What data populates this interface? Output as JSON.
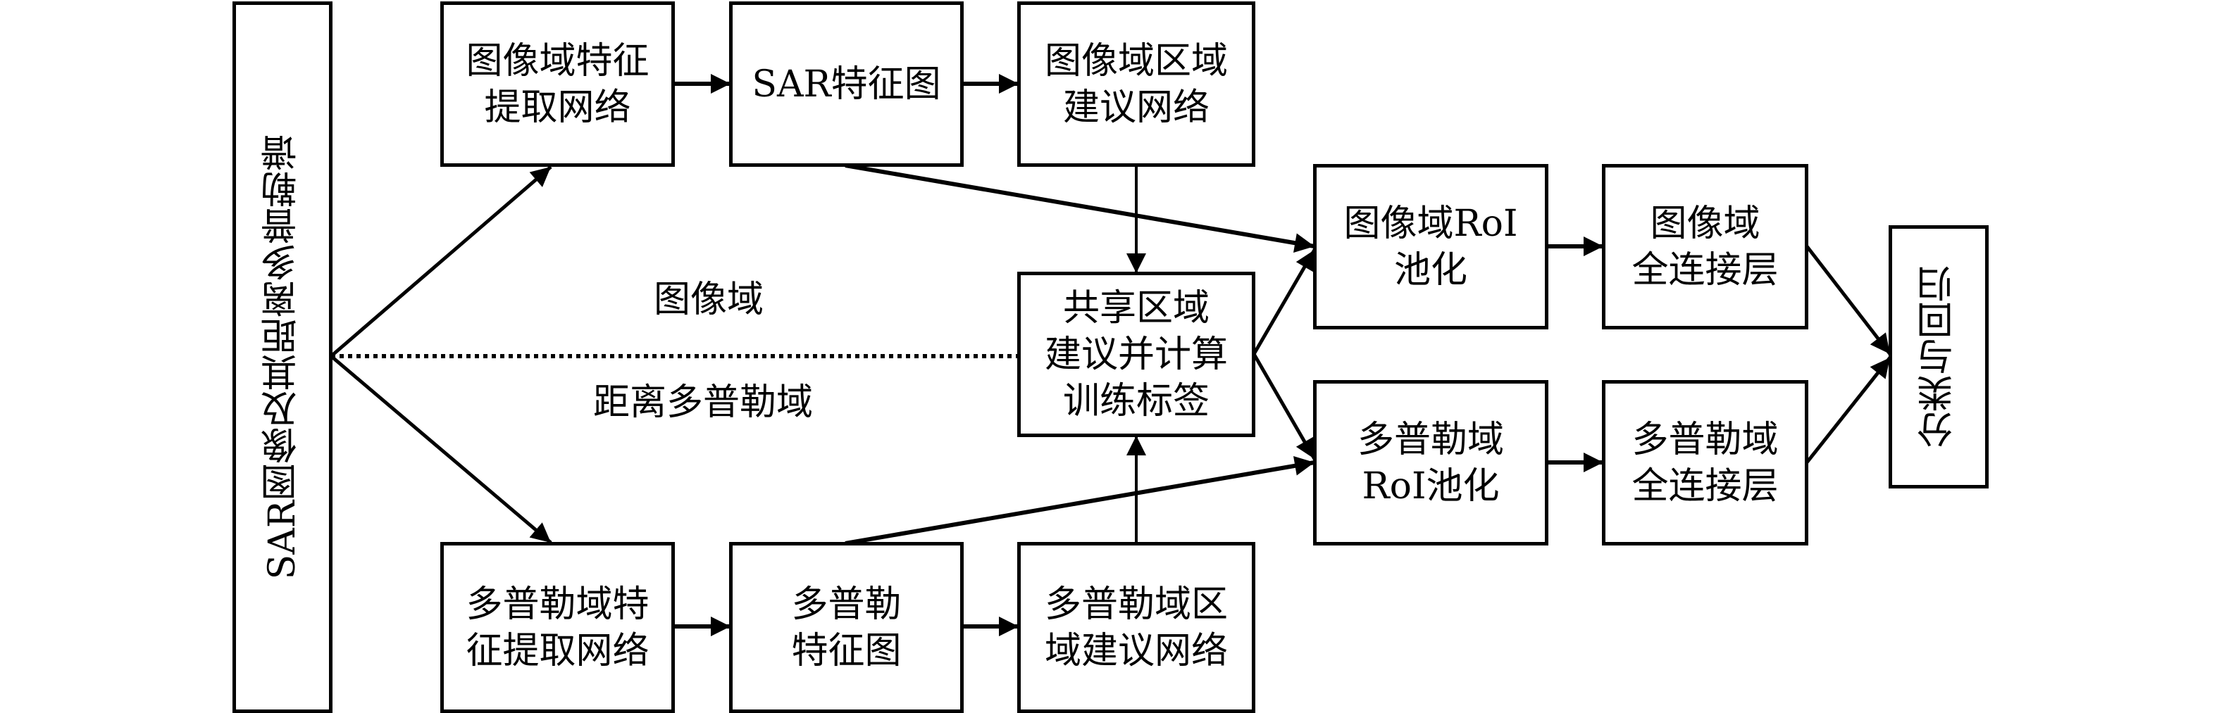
{
  "diagram": {
    "nodes": {
      "input": "SAR图像及其距离多普勒谱",
      "img_feat_net": "图像域特征\n提取网络",
      "sar_feat_map": "SAR特征图",
      "img_rpn": "图像域区域\n建议网络",
      "shared_rpn": "共享区域\n建议并计算\n训练标签",
      "img_roi": "图像域RoI\n池化",
      "img_fc": "图像域\n全连接层",
      "dop_feat_net": "多普勒域特\n征提取网络",
      "dop_feat_map": "多普勒\n特征图",
      "dop_rpn": "多普勒域区\n域建议网络",
      "dop_roi": "多普勒域\nRoI池化",
      "dop_fc": "多普勒域\n全连接层",
      "output": "分类与回归"
    },
    "labels": {
      "image_domain": "图像域",
      "doppler_domain": "距离多普勒域"
    },
    "edges": [
      {
        "from": "input",
        "to": "img_feat_net",
        "style": "solid"
      },
      {
        "from": "input",
        "to": "dop_feat_net",
        "style": "solid"
      },
      {
        "from": "input",
        "to": "shared_rpn",
        "style": "dotted"
      },
      {
        "from": "img_feat_net",
        "to": "sar_feat_map",
        "style": "solid"
      },
      {
        "from": "sar_feat_map",
        "to": "img_rpn",
        "style": "solid"
      },
      {
        "from": "sar_feat_map",
        "to": "img_roi",
        "style": "solid"
      },
      {
        "from": "img_rpn",
        "to": "shared_rpn",
        "style": "solid"
      },
      {
        "from": "dop_feat_net",
        "to": "dop_feat_map",
        "style": "solid"
      },
      {
        "from": "dop_feat_map",
        "to": "dop_rpn",
        "style": "solid"
      },
      {
        "from": "dop_feat_map",
        "to": "dop_roi",
        "style": "solid"
      },
      {
        "from": "dop_rpn",
        "to": "shared_rpn",
        "style": "solid"
      },
      {
        "from": "shared_rpn",
        "to": "img_roi",
        "style": "solid"
      },
      {
        "from": "shared_rpn",
        "to": "dop_roi",
        "style": "solid"
      },
      {
        "from": "img_roi",
        "to": "img_fc",
        "style": "solid"
      },
      {
        "from": "dop_roi",
        "to": "dop_fc",
        "style": "solid"
      },
      {
        "from": "img_fc",
        "to": "output",
        "style": "solid"
      },
      {
        "from": "dop_fc",
        "to": "output",
        "style": "solid"
      }
    ]
  }
}
